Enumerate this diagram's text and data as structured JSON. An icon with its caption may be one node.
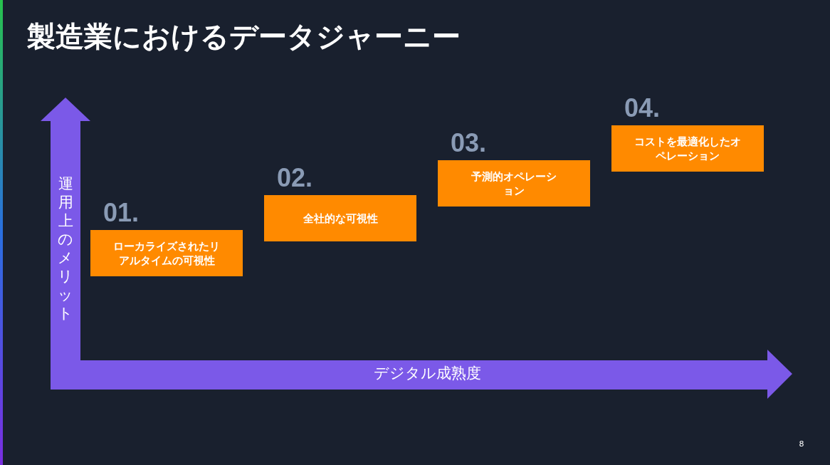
{
  "diagram": {
    "title": "製造業におけるデータジャーニー",
    "nodes": [
      {
        "text": [
          "ローカライズされたリアルタイムの可視性"
        ],
        "beside": [
          "01."
        ]
      },
      {
        "text": [
          "全社的な可視性"
        ],
        "beside": [
          "02."
        ]
      },
      {
        "text": [
          "予測的オペレーション"
        ],
        "beside": [
          "03."
        ]
      },
      {
        "text": [
          "コストを最適化したオペレーション"
        ],
        "beside": [
          "04."
        ]
      }
    ],
    "labels": [
      "運用上のメリット",
      "デジタル成熟度",
      "8"
    ]
  }
}
